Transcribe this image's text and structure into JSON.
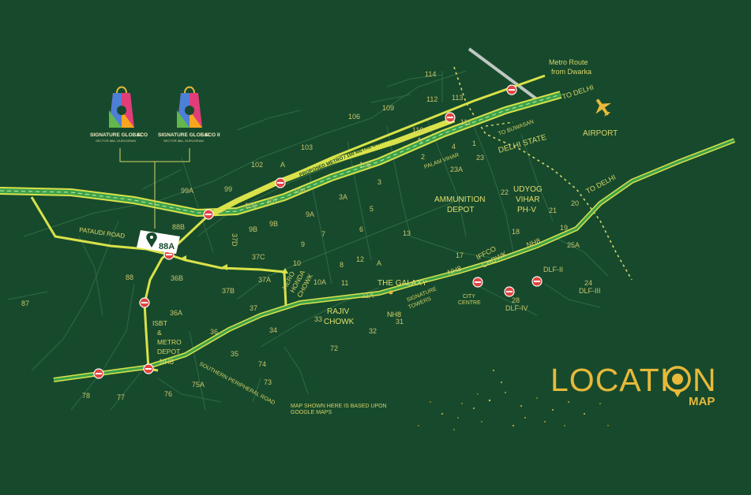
{
  "title": {
    "main": "LOCATI",
    "main_end": "N",
    "sub": "MAP"
  },
  "note": {
    "line1": "MAP SHOWN HERE IS BASED UPON",
    "line2": "GOOGLE MAPS"
  },
  "logos": [
    {
      "name": "SIGNATURE GLOBAL",
      "suffix": "SCO",
      "sub": "SECTOR 88A, GURUGRAM"
    },
    {
      "name": "SIGNATURE GLOBAL",
      "suffix": "SCO II",
      "sub": "SECTOR 88A, GURUGRAM"
    }
  ],
  "site_marker": {
    "label": "88A"
  },
  "routes": {
    "metro_dwarka": {
      "line1": "Metro Route",
      "line2": "from Dwarka"
    },
    "expressway": "PROPOSED METRO / 150 METRE DWARKA EXPRESSWAY",
    "to_delhi_top": "TO DELHI",
    "to_delhi_right": "TO DELHI",
    "pataudi": "PATAUDI ROAD",
    "southern_peripheral": "SOUTHERN PERIPHERAL ROAD",
    "to_bijwasan": "TO BIJWASAN",
    "palam_vihar": "PALAM VIHAR"
  },
  "places": {
    "airport": "AIRPORT",
    "delhi_state": "DELHI STATE",
    "ammunition1": "AMMUNITION",
    "ammunition2": "DEPOT",
    "udyog1": "UDYOG",
    "udyog2": "VIHAR",
    "udyog3": "PH-V",
    "iffco1": "IFFCO",
    "iffco2": "CHOWK",
    "galaxy": "THE GALAXY",
    "hero1": "HERO",
    "hero2": "HONDA",
    "hero3": "CHOWK",
    "rajiv1": "RAJIV",
    "rajiv2": "CHOWK",
    "isbt1": "ISBT",
    "isbt2": "&",
    "isbt3": "METRO",
    "isbt4": "DEPOT",
    "sig1": "SIGNATURE",
    "sig2": "TOWERS",
    "city1": "CITY",
    "city2": "CENTRE",
    "dlf2": "DLF-II",
    "dlf3a": "24",
    "dlf3b": "DLF-III",
    "dlf4a": "28",
    "dlf4b": "DLF-IV",
    "nh8a": "NH8",
    "nh8b": "NH8",
    "nh8c": "NH8",
    "nh8d": "NH8"
  },
  "sectors": [
    "114",
    "109",
    "112",
    "113",
    "106",
    "111",
    "110",
    "A",
    "1",
    "103",
    "102",
    "A",
    "2",
    "23A",
    "23",
    "105",
    "3",
    "101",
    "104",
    "99A",
    "99",
    "100",
    "3A",
    "22",
    "9B",
    "9A",
    "9",
    "5",
    "6",
    "13",
    "88B",
    "37D",
    "9B",
    "7",
    "8",
    "12",
    "A",
    "18",
    "19",
    "20",
    "25A",
    "37C",
    "10",
    "17",
    "88",
    "36B",
    "37A",
    "10A",
    "11",
    "11A",
    "37B",
    "37",
    "87",
    "36A",
    "34",
    "33",
    "31",
    "32",
    "36",
    "72",
    "35",
    "74",
    "73",
    "78",
    "77",
    "76",
    "75A",
    "4",
    "21"
  ]
}
